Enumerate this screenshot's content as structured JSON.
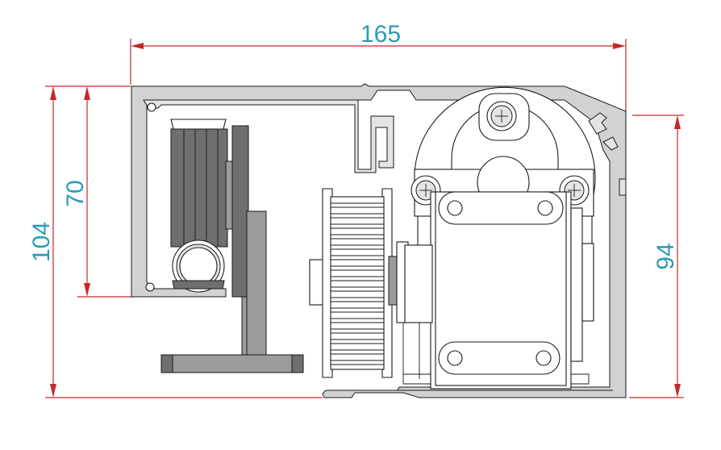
{
  "dimensions": {
    "top_width": "165",
    "left_outer_height": "104",
    "left_inner_height": "70",
    "right_height": "94"
  },
  "colors": {
    "dimension_line": "#c62828",
    "dimension_text": "#2a9bb5",
    "profile_fill": "#d2d2d2",
    "dark_part": "#6f6f6f"
  }
}
